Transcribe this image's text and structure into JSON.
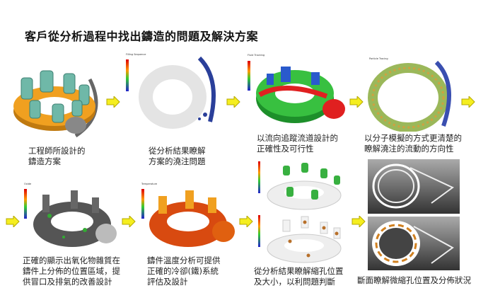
{
  "title": "客戶從分析過程中找出鑄造的問題及解決方案",
  "steps": [
    {
      "caption": "工程師所設計的\n鑄造方案"
    },
    {
      "caption": "從分析結果瞭解\n方案的澆注問題",
      "panel_title": "Filling Sequence"
    },
    {
      "caption": "以流向追蹤流道設計的\n正確性及可行性",
      "panel_title": "Fluid Tracking"
    },
    {
      "caption": "以分子模擬的方式更清楚的\n瞭解澆注的流動的方向性",
      "panel_title": "Particle Tracing"
    },
    {
      "caption": "正確的顯示出氧化物雜質在\n鑄件上分佈的位置區域，提\n供冒口及排氣的改善設計",
      "panel_title": "Oxide"
    },
    {
      "caption": "鑄件溫度分析可提供\n正確的冷卻(鐵)系統\n評估及設計",
      "panel_title": "Temperature"
    },
    {
      "caption": "從分析結果瞭解縮孔位置\n及大小，以利問題判斷"
    },
    {
      "caption": "斷面瞭解微縮孔位置及分佈狀況"
    }
  ],
  "colors": {
    "arrow": "#f5ee1f",
    "casting_orange": "#f0a020",
    "riser_teal": "#6fb8a8",
    "gate_blue": "#2a3f9a",
    "gray_bg": "#5a5a5a"
  }
}
